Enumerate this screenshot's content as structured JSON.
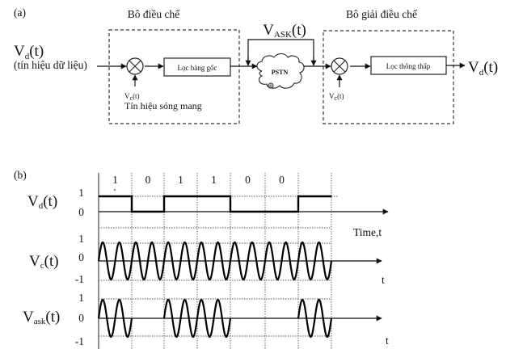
{
  "panel_a": {
    "label": "(a)",
    "modulator_title": "Bô điều chế",
    "demodulator_title": "Bô giải điều chế",
    "input_signal": {
      "symbol": "V",
      "subscript": "d",
      "suffix": "(t)"
    },
    "input_description": "(tín hiệu dữ liệu)",
    "modulator_filter": "Lọc bàng  gốc",
    "carrier_mod": {
      "symbol": "V",
      "subscript": "c",
      "suffix": "(t)"
    },
    "carrier_description": "Tín hiệu sóng mang",
    "channel": "PSTN",
    "ask_signal": {
      "symbol": "V",
      "subscript": "ASK",
      "suffix": "(t)"
    },
    "demodulator_filter": "Lọc thông thấp",
    "carrier_demod": {
      "symbol": "V",
      "subscript": "c",
      "suffix": "(t)"
    },
    "output_signal": {
      "symbol": "V",
      "subscript": "d",
      "suffix": "(t)"
    }
  },
  "panel_b": {
    "label": "(b)",
    "bit_labels": [
      "1",
      "0",
      "1",
      "1",
      "0",
      "0"
    ],
    "time_label": "Time,t",
    "rows": [
      {
        "symbol": "V",
        "subscript": "d",
        "suffix": "(t)",
        "levels": [
          "1",
          "0"
        ]
      },
      {
        "symbol": "V",
        "subscript": "c",
        "suffix": "(t)",
        "levels": [
          "1",
          "0",
          "-1"
        ],
        "axis_label": "t"
      },
      {
        "symbol": "V",
        "subscript": "ask",
        "suffix": "(t)",
        "levels": [
          "1",
          "0",
          "-1"
        ],
        "axis_label": "t"
      }
    ]
  },
  "chart_data": {
    "type": "line",
    "title": "ASK modulation waveforms",
    "xlabel": "Time,t",
    "bit_sequence": [
      1,
      0,
      1,
      1,
      0,
      0,
      1
    ],
    "carrier_cycles_per_bit": 2,
    "series": [
      {
        "name": "Vd(t)",
        "kind": "square",
        "ylim": [
          0,
          1
        ]
      },
      {
        "name": "Vc(t)",
        "kind": "sine",
        "amplitude": 1,
        "ylim": [
          -1,
          1
        ]
      },
      {
        "name": "Vask(t)",
        "kind": "gated-sine",
        "amplitude": 1,
        "ylim": [
          -1,
          1
        ]
      }
    ],
    "grid": true
  }
}
